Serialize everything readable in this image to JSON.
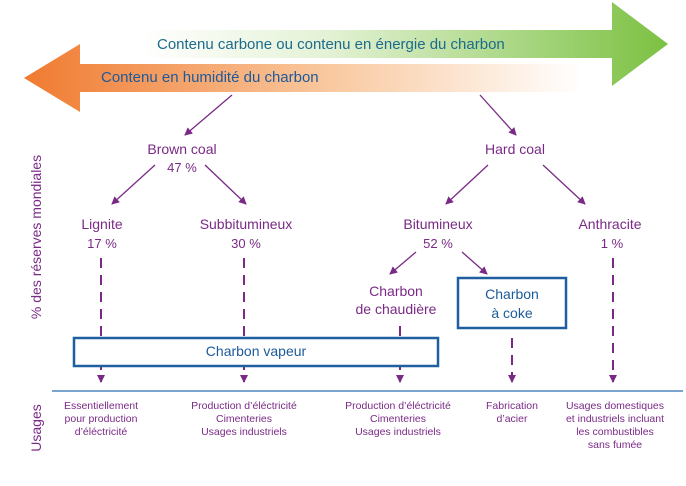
{
  "arrows": {
    "carbon": "Contenu carbone ou contenu en énergie du charbon",
    "moisture": "Contenu en humidité du charbon"
  },
  "axes": {
    "reserves": "% des réserves mondiales",
    "usages": "Usages"
  },
  "groups": {
    "brown": {
      "name": "Brown coal",
      "pct": "47 %"
    },
    "hard": {
      "name": "Hard coal"
    }
  },
  "types": {
    "lignite": {
      "name": "Lignite",
      "pct": "17 %"
    },
    "subbit": {
      "name": "Subbitumineux",
      "pct": "30 %"
    },
    "bitum": {
      "name": "Bitumineux",
      "pct": "52 %"
    },
    "anthra": {
      "name": "Anthracite",
      "pct": "1 %"
    }
  },
  "sub": {
    "chaudiere": "Charbon\nde chaudière",
    "coke": "Charbon\nà coke"
  },
  "vapeur": "Charbon vapeur",
  "usages": [
    "Essentiellement\npour production\nd’éléctricité",
    "Production d’éléctricité\nCimenteries\nUsages industriels",
    "Production d’éléctricité\nCimenteries\nUsages industriels",
    "Fabrication\nd’acier",
    "Usages domestiques\net industriels incluant\nles combustibles\nsans fumée"
  ],
  "colors": {
    "purple": "#7a2a86",
    "green": "#7cc142",
    "orange": "#f28a3c",
    "box_blue": "#1f5fa0",
    "line_blue": "#2a6fb0"
  }
}
